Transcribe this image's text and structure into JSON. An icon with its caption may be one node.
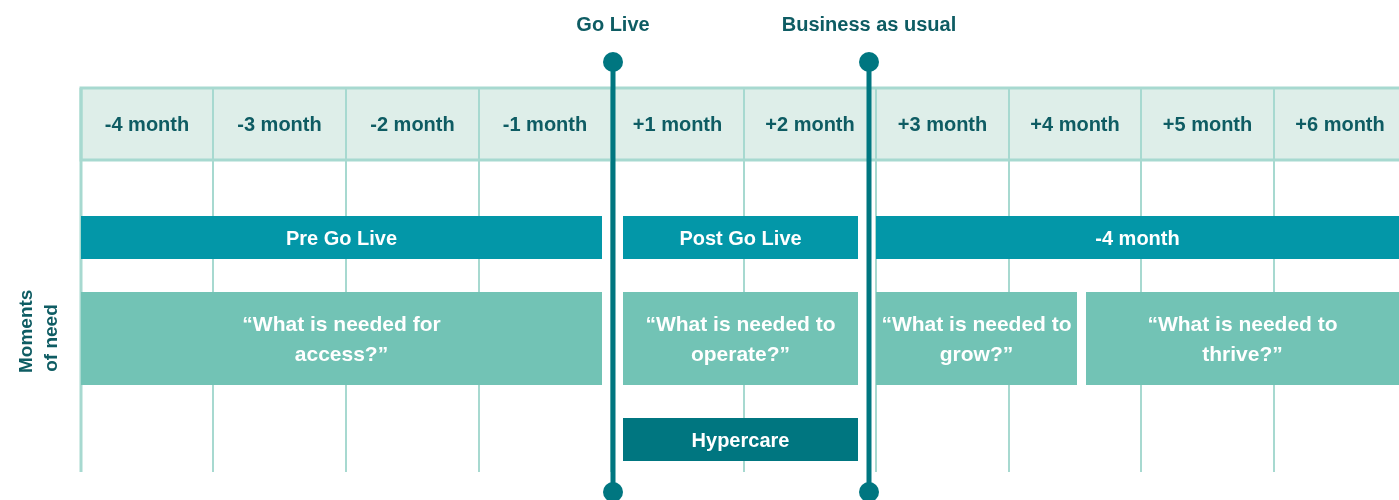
{
  "diagram": {
    "nodes": [
      {
        "text": [
          "Pre Go Live"
        ]
      },
      {
        "text": [
          "Post Go Live"
        ]
      },
      {
        "text": [
          "-4 month"
        ]
      },
      {
        "text": [
          "“What is needed for access?”"
        ]
      },
      {
        "text": [
          "“What is needed to operate?”"
        ]
      },
      {
        "text": [
          "“What is needed to grow?”"
        ]
      },
      {
        "text": [
          "“What is needed to thrive?”"
        ]
      },
      {
        "text": [
          "Hypercare"
        ]
      }
    ],
    "labels": [
      "Go Live",
      "Business as usual",
      "-4 month",
      "-3 month",
      "-2 month",
      "-1 month",
      "+1 month",
      "+2 month",
      "+3 month",
      "+4 month",
      "+5 month",
      "+6 month",
      "Moments of need"
    ]
  }
}
